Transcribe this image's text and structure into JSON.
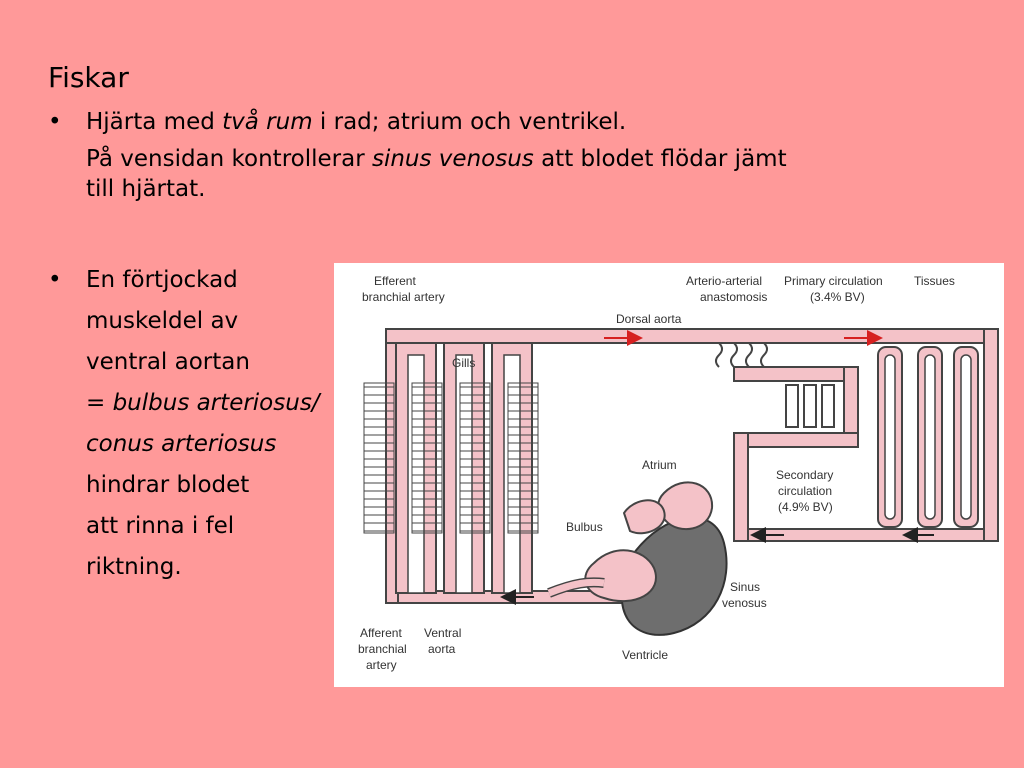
{
  "slide": {
    "title": "Fiskar",
    "bullet1": {
      "a": "Hjärta med ",
      "a_em": "två rum",
      "a_rest": " i rad; atrium och ventrikel.",
      "b": "På vensidan kontrollerar ",
      "b_em": "sinus venosus",
      "b_rest": " att blodet flödar jämt",
      "c": "till hjärtat."
    },
    "bullet2": {
      "l1": "En förtjockad",
      "l2": "muskeldel av",
      "l3": "ventral aortan",
      "l4": "= bulbus arteriosus/",
      "l5": "conus arteriosus",
      "l6": "hindrar blodet",
      "l7": "att rinna i fel",
      "l8": "riktning."
    },
    "bullet_glyph": "•"
  },
  "figure": {
    "labels": {
      "efferent1": "Efferent",
      "efferent2": "branchial artery",
      "arterio1": "Arterio-arterial",
      "arterio2": "anastomosis",
      "primary1": "Primary circulation",
      "primary2": "(3.4% BV)",
      "tissues": "Tissues",
      "dorsal": "Dorsal aorta",
      "gills": "Gills",
      "atrium": "Atrium",
      "secondary1": "Secondary",
      "secondary2": "circulation",
      "secondary3": "(4.9% BV)",
      "bulbus": "Bulbus",
      "sinus1": "Sinus",
      "sinus2": "venosus",
      "afferent1": "Afferent",
      "afferent2": "branchial",
      "afferent3": "artery",
      "ventral1": "Ventral",
      "ventral2": "aorta",
      "ventricle": "Ventricle"
    },
    "colors": {
      "vessel_fill": "#f4c2c8",
      "vessel_stroke": "#444444",
      "arrow": "#d62020",
      "heart_dark": "#6e6e6e"
    }
  }
}
